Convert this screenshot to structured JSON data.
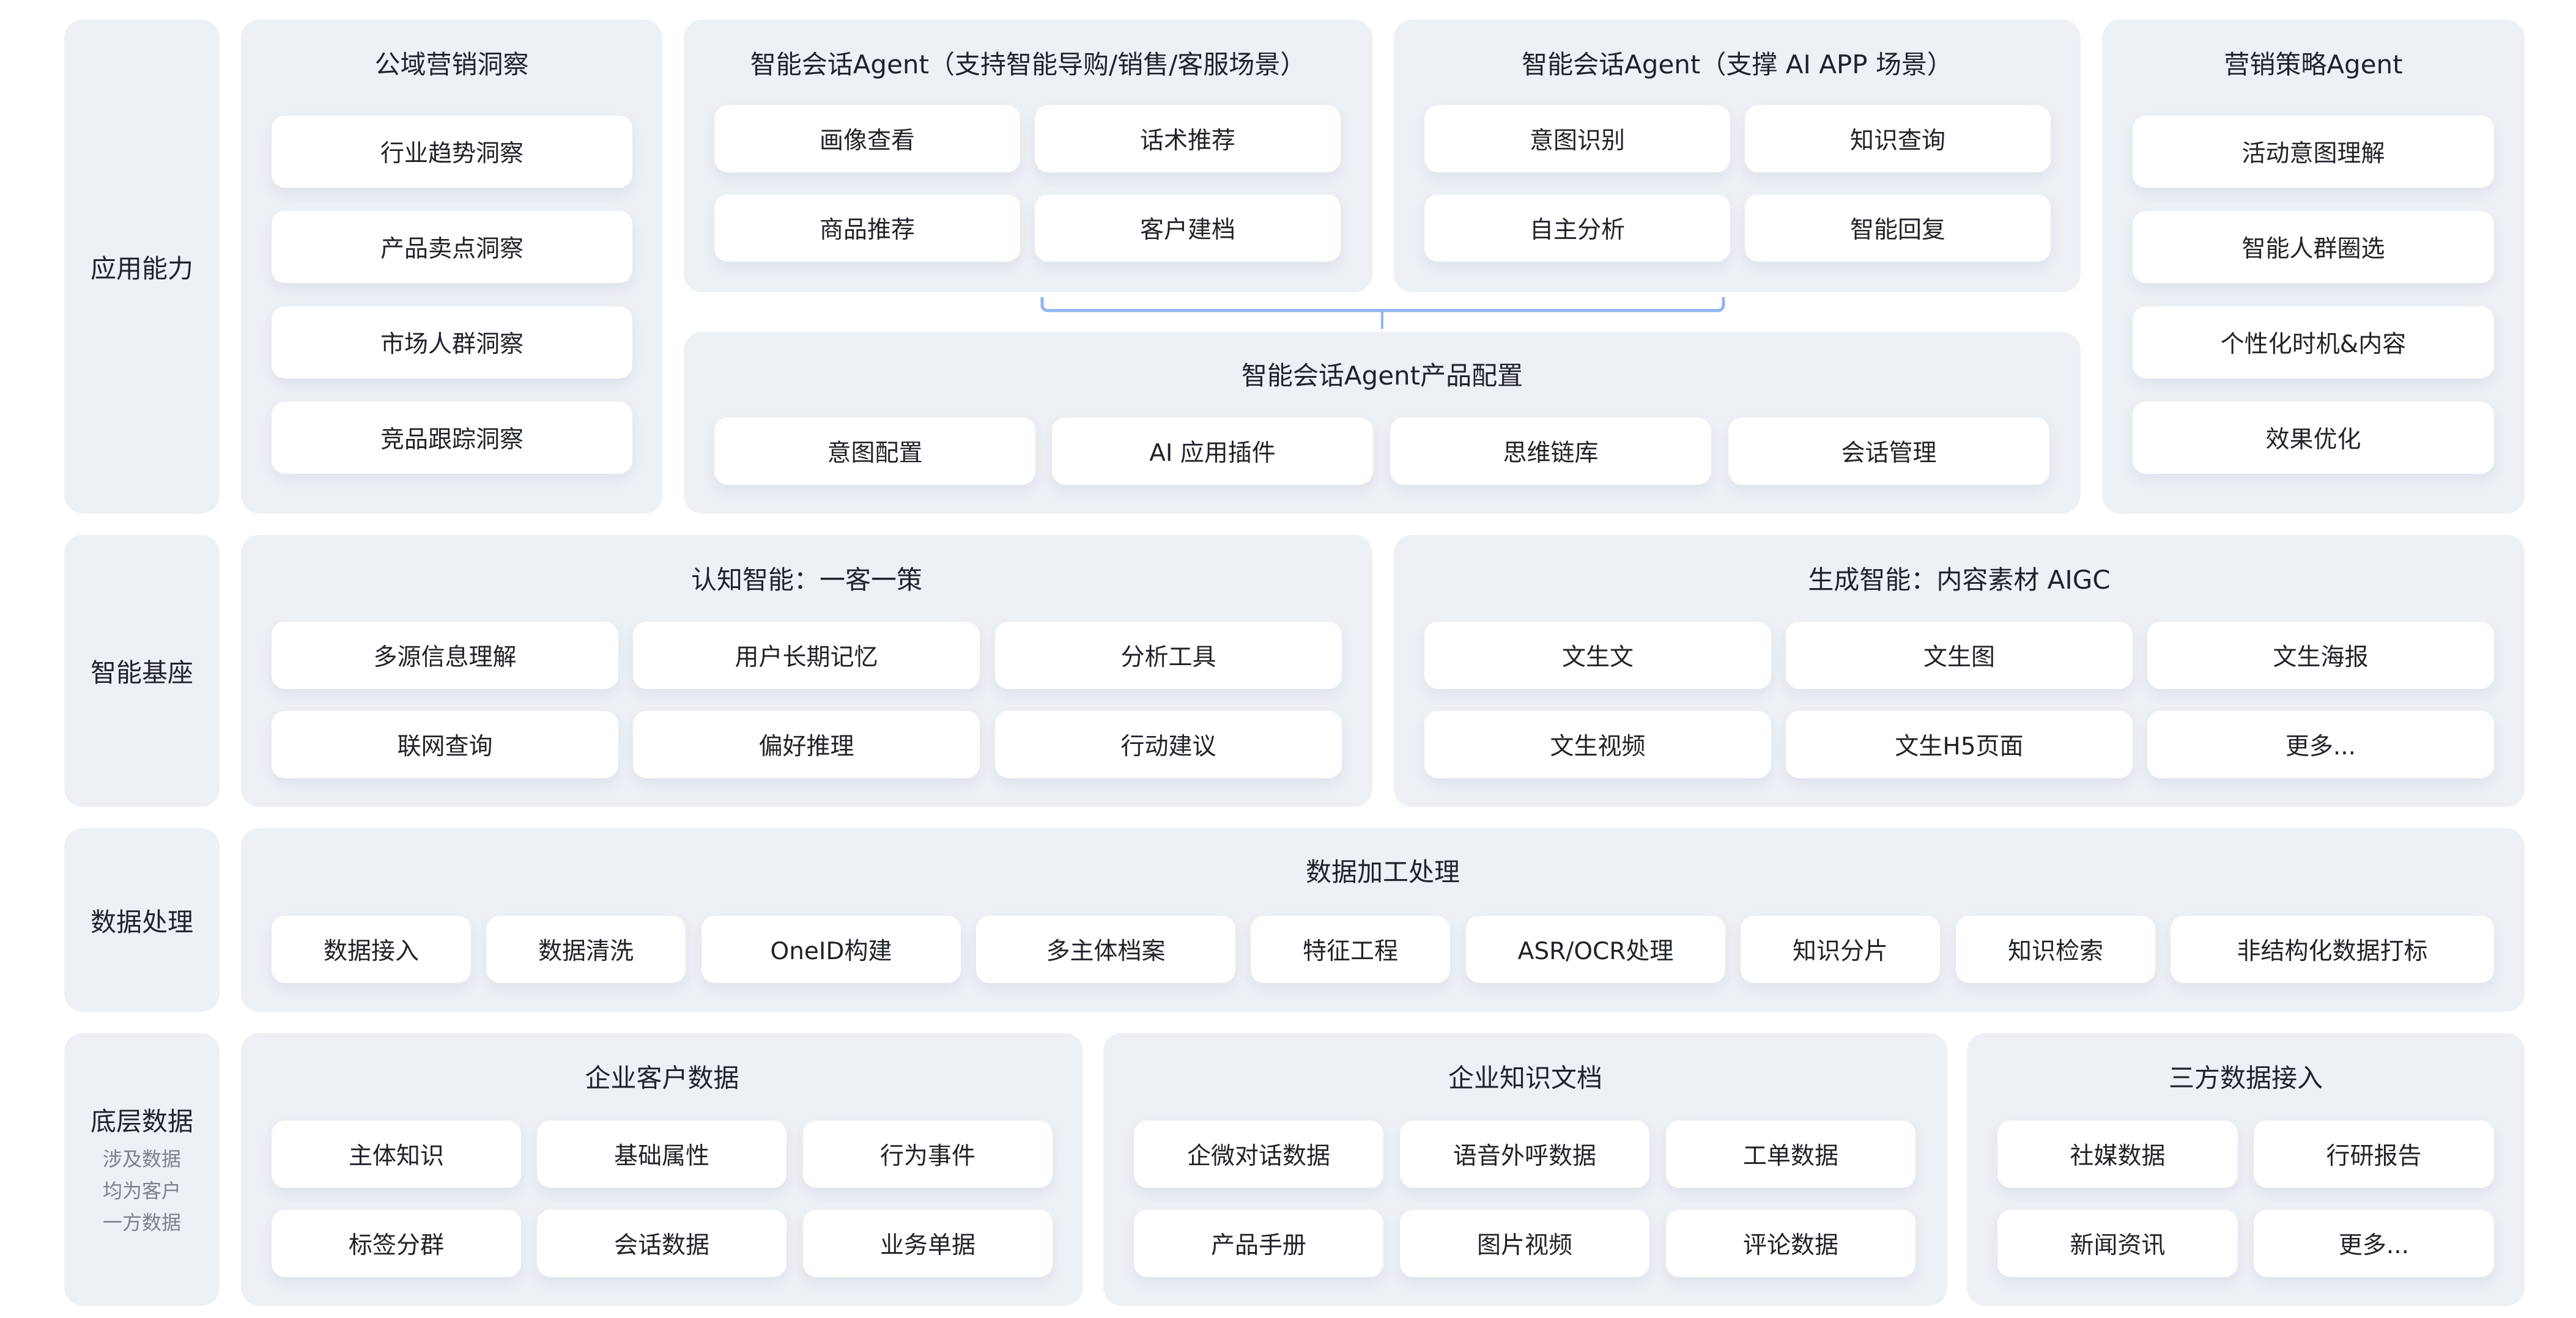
{
  "layers": {
    "application": {
      "label": "应用能力"
    },
    "foundation": {
      "label": "智能基座"
    },
    "processing": {
      "label": "数据处理"
    },
    "data": {
      "label": "底层数据",
      "note": [
        "涉及数据",
        "均为客户",
        "一方数据"
      ]
    }
  },
  "public_insight": {
    "title": "公域营销洞察",
    "items": [
      "行业趋势洞察",
      "产品卖点洞察",
      "市场人群洞察",
      "竞品跟踪洞察"
    ]
  },
  "agent_sales": {
    "title": "智能会话Agent（支持智能导购/销售/客服场景）",
    "items": [
      "画像查看",
      "话术推荐",
      "商品推荐",
      "客户建档"
    ]
  },
  "agent_app": {
    "title": "智能会话Agent（支撑 AI APP 场景）",
    "items": [
      "意图识别",
      "知识查询",
      "自主分析",
      "智能回复"
    ]
  },
  "agent_config": {
    "title": "智能会话Agent产品配置",
    "items": [
      "意图配置",
      "AI 应用插件",
      "思维链库",
      "会话管理"
    ]
  },
  "strategy_agent": {
    "title": "营销策略Agent",
    "items": [
      "活动意图理解",
      "智能人群圈选",
      "个性化时机&内容",
      "效果优化"
    ]
  },
  "cognitive": {
    "title": "认知智能：一客一策",
    "items": [
      "多源信息理解",
      "用户长期记忆",
      "分析工具",
      "联网查询",
      "偏好推理",
      "行动建议"
    ]
  },
  "generative": {
    "title": "生成智能：内容素材 AIGC",
    "items": [
      "文生文",
      "文生图",
      "文生海报",
      "文生视频",
      "文生H5页面",
      "更多..."
    ]
  },
  "data_processing": {
    "title": "数据加工处理",
    "items": [
      "数据接入",
      "数据清洗",
      "OneID构建",
      "多主体档案",
      "特征工程",
      "ASR/OCR处理",
      "知识分片",
      "知识检索",
      "非结构化数据打标"
    ]
  },
  "customer_data": {
    "title": "企业客户数据",
    "items": [
      "主体知识",
      "基础属性",
      "行为事件",
      "标签分群",
      "会话数据",
      "业务单据"
    ]
  },
  "knowledge_docs": {
    "title": "企业知识文档",
    "items": [
      "企微对话数据",
      "语音外呼数据",
      "工单数据",
      "产品手册",
      "图片视频",
      "评论数据"
    ]
  },
  "third_party": {
    "title": "三方数据接入",
    "items": [
      "社媒数据",
      "行研报告",
      "新闻资讯",
      "更多..."
    ]
  },
  "colors": {
    "panel": "#edf0f5",
    "chip": "#ffffff",
    "text": "#1f2329",
    "connector": "#8fb5f7"
  }
}
